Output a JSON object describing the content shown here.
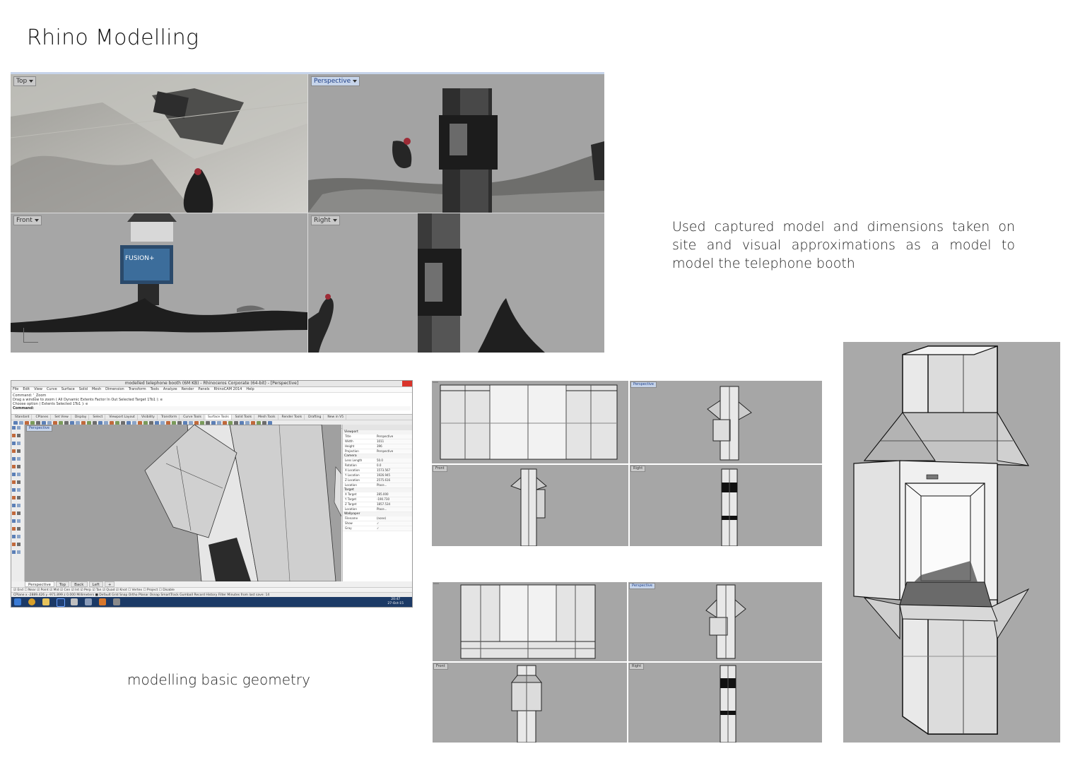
{
  "page": {
    "title": "Rhino Modelling",
    "description": "Used captured model and dimensions taken on site and visual approximations as a model to model the telephone booth",
    "caption": "modelling basic geometry"
  },
  "scan_viewports": [
    {
      "label": "Top"
    },
    {
      "label": "Perspective"
    },
    {
      "label": "Front"
    },
    {
      "label": "Right"
    }
  ],
  "rhino_window": {
    "title": "modelled telephone booth (6M KB) - Rhinoceros Corporate (64-bit) - [Perspective]",
    "menu": [
      "File",
      "Edit",
      "View",
      "Curve",
      "Surface",
      "Solid",
      "Mesh",
      "Dimension",
      "Transform",
      "Tools",
      "Analyze",
      "Render",
      "Panels",
      "RhinoCAM 2014",
      "Help"
    ],
    "command_history": [
      "Command: '_Zoom",
      "Drag a window to zoom ( All  Dynamic  Extents  Factor  In  Out  Selected  Target  1To1 ): e",
      "Choose option ( Extents  Selected  1To1 ): e"
    ],
    "command_prompt": "Command:",
    "toolbar_tabs": [
      "Standard",
      "CPlanes",
      "Set View",
      "Display",
      "Select",
      "Viewport Layout",
      "Visibility",
      "Transform",
      "Curve Tools",
      "Surface Tools",
      "Solid Tools",
      "Mesh Tools",
      "Render Tools",
      "Drafting",
      "New in V5"
    ],
    "active_toolbar_tab": "Surface Tools",
    "viewport_label": "Perspective",
    "view_tabs": [
      "Perspective",
      "Top",
      "Back",
      "Left",
      "+"
    ],
    "properties": {
      "sections": [
        {
          "head": "Viewport",
          "rows": [
            [
              "Title",
              "Perspective"
            ],
            [
              "Width",
              "1011"
            ],
            [
              "Height",
              "396"
            ],
            [
              "Projection",
              "Perspective"
            ]
          ]
        },
        {
          "head": "Camera",
          "rows": [
            [
              "Lens Length",
              "50.0"
            ],
            [
              "Rotation",
              "0.0"
            ],
            [
              "X Location",
              "1573.567"
            ],
            [
              "Y Location",
              "1926.945"
            ],
            [
              "Z Location",
              "2575.616"
            ],
            [
              "Location",
              "Place..."
            ]
          ]
        },
        {
          "head": "Target",
          "rows": [
            [
              "X Target",
              "285.000"
            ],
            [
              "Y Target",
              "-190.730"
            ],
            [
              "Z Target",
              "1857.534"
            ],
            [
              "Location",
              "Place..."
            ]
          ]
        },
        {
          "head": "Wallpaper",
          "rows": [
            [
              "Filename",
              "(none)"
            ],
            [
              "Show",
              "✓"
            ],
            [
              "Gray",
              "✓"
            ]
          ]
        }
      ]
    },
    "osnap_bar": "☑ End  ☐ Near  ☑ Point  ☑ Mid  ☑ Cen  ☑ Int  ☑ Perp  ☑ Tan  ☑ Quad  ☑ Knot  ☐ Vertex  ☐ Project  ☐ Disable",
    "status_bar": "CPlane   x -2889.426   y -971.899   z 0.000   Millimeters   ■ Default   Grid Snap   Ortho   Planar   Osnap   SmartTrack   Gumball   Record History   Filter   Minutes from last save: 14",
    "clock_time": "20:47",
    "clock_date": "27-Oct-15"
  },
  "multi_view_1": [
    {
      "label": ""
    },
    {
      "label": "Perspective"
    },
    {
      "label": "Front"
    },
    {
      "label": "Right"
    }
  ],
  "multi_view_2": [
    {
      "label": ""
    },
    {
      "label": "Perspective"
    },
    {
      "label": "Front"
    },
    {
      "label": "Right"
    }
  ],
  "colors": {
    "viewport_bg": "#a6a6a6",
    "active_tag": "#c6d4ea",
    "taskbar": "#1c3a66"
  }
}
